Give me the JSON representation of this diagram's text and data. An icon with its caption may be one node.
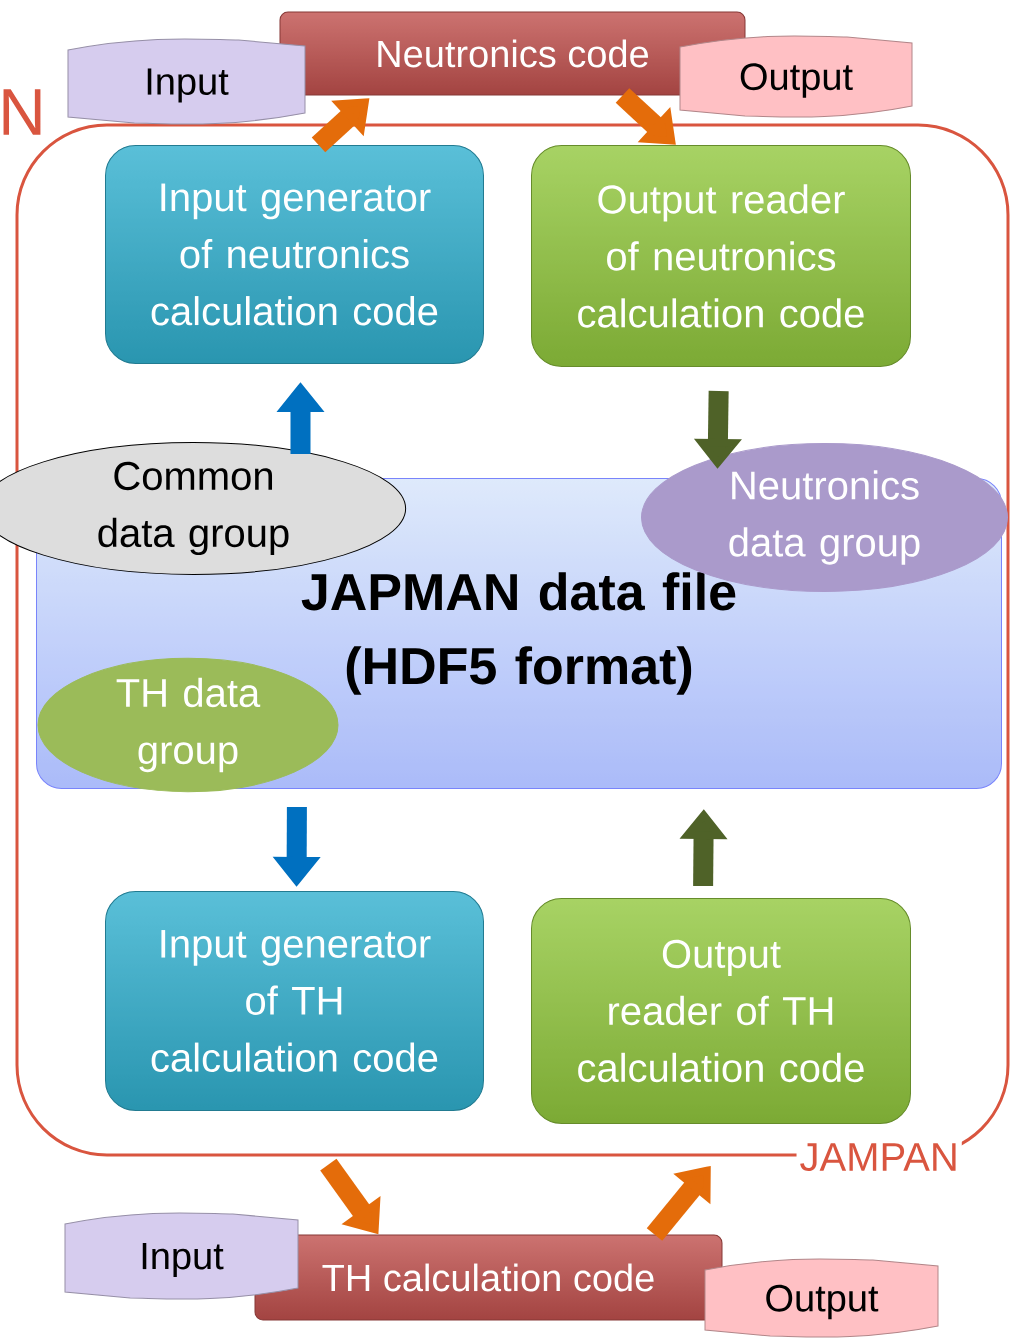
{
  "diagram": {
    "nodes": [
      {
        "text": [
          "Neutronics code"
        ]
      },
      {
        "text": [
          "Input"
        ]
      },
      {
        "text": [
          "Output"
        ]
      },
      {
        "text": [
          "JAMPAN"
        ]
      },
      {
        "text": [
          "Input generator of neutronics calculation code"
        ],
        "in": 3
      },
      {
        "text": [
          "Output reader of neutronics calculation code"
        ],
        "in": 3
      },
      {
        "text": [
          "JAPMAN data file (HDF5 format)"
        ],
        "in": 3
      },
      {
        "text": [
          "Common data group"
        ],
        "in": 3
      },
      {
        "text": [
          "Neutronics data group"
        ],
        "in": 3
      },
      {
        "text": [
          "TH data group"
        ],
        "in": 6
      },
      {
        "text": [
          "Input generator of TH calculation code"
        ],
        "in": 3
      },
      {
        "text": [
          "Output reader of TH calculation code"
        ],
        "in": 3
      },
      {
        "text": [
          "TH calculation code"
        ]
      },
      {
        "text": [
          "Input"
        ]
      },
      {
        "text": [
          "Output"
        ]
      }
    ],
    "edges": [
      {
        "from": 4,
        "to": 0,
        "arrow": "to"
      },
      {
        "from": 0,
        "to": 5,
        "arrow": "to"
      },
      {
        "from": 7,
        "to": 4,
        "arrow": "to",
        "color": "#0070c0"
      },
      {
        "from": 5,
        "to": 8,
        "arrow": "to",
        "color": "#4f6228"
      },
      {
        "from": 6,
        "to": 10,
        "arrow": "to",
        "color": "#0070c0"
      },
      {
        "from": 11,
        "to": 6,
        "arrow": "to",
        "color": "#4f6228"
      },
      {
        "from": 3,
        "to": 12,
        "arrow": "to"
      },
      {
        "from": 12,
        "to": 3,
        "arrow": "to"
      }
    ],
    "labels": [
      "N"
    ]
  }
}
